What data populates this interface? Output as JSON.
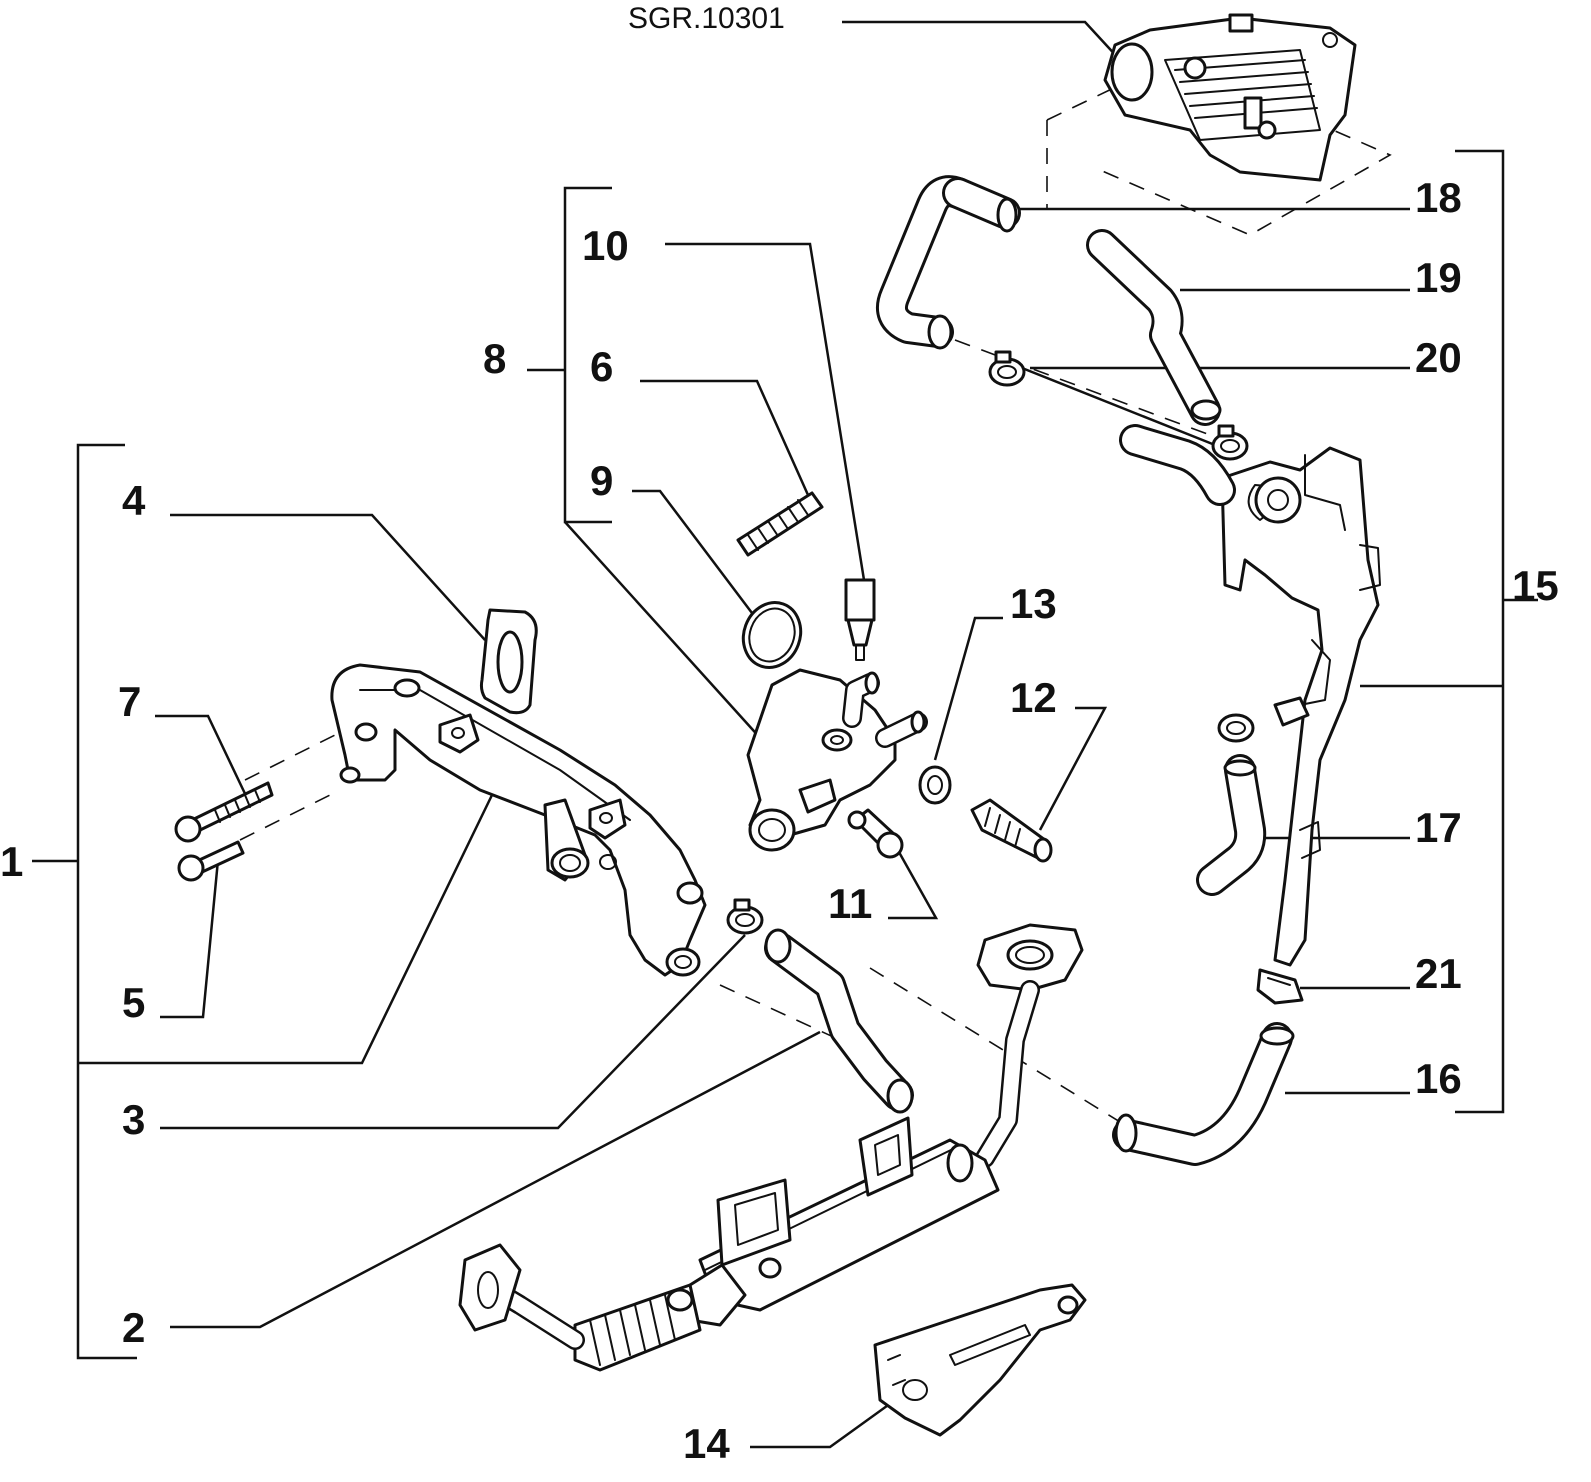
{
  "reference": {
    "label": "SGR.10301"
  },
  "callouts": [
    {
      "id": "1",
      "label": "1"
    },
    {
      "id": "2",
      "label": "2"
    },
    {
      "id": "3",
      "label": "3"
    },
    {
      "id": "4",
      "label": "4"
    },
    {
      "id": "5",
      "label": "5"
    },
    {
      "id": "6",
      "label": "6"
    },
    {
      "id": "7",
      "label": "7"
    },
    {
      "id": "8",
      "label": "8"
    },
    {
      "id": "9",
      "label": "9"
    },
    {
      "id": "10",
      "label": "10"
    },
    {
      "id": "11",
      "label": "11"
    },
    {
      "id": "12",
      "label": "12"
    },
    {
      "id": "13",
      "label": "13"
    },
    {
      "id": "14",
      "label": "14"
    },
    {
      "id": "15",
      "label": "15"
    },
    {
      "id": "16",
      "label": "16"
    },
    {
      "id": "17",
      "label": "17"
    },
    {
      "id": "18",
      "label": "18"
    },
    {
      "id": "19",
      "label": "19"
    },
    {
      "id": "20",
      "label": "20"
    },
    {
      "id": "21",
      "label": "21"
    }
  ]
}
